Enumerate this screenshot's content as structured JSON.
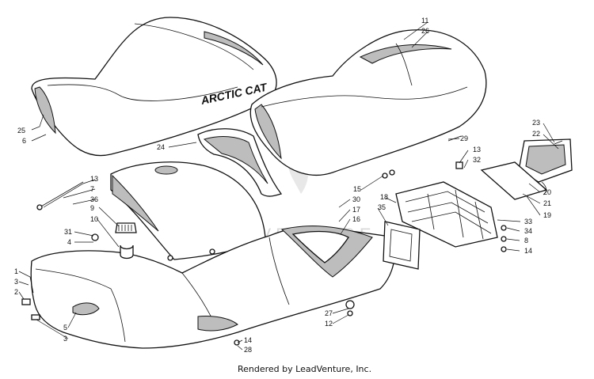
{
  "brand_text": "ARCTIC CAT",
  "watermark": "LEADVENTURE",
  "credit": "Rendered by LeadVenture, Inc.",
  "callouts": [
    {
      "id": "c25",
      "text": "25"
    },
    {
      "id": "c6",
      "text": "6"
    },
    {
      "id": "c24",
      "text": "24"
    },
    {
      "id": "c11",
      "text": "11"
    },
    {
      "id": "c26",
      "text": "26"
    },
    {
      "id": "c29",
      "text": "29"
    },
    {
      "id": "c23",
      "text": "23"
    },
    {
      "id": "c22",
      "text": "22"
    },
    {
      "id": "c13a",
      "text": "13"
    },
    {
      "id": "c7",
      "text": "7"
    },
    {
      "id": "c36",
      "text": "36"
    },
    {
      "id": "c9",
      "text": "9"
    },
    {
      "id": "c10",
      "text": "10"
    },
    {
      "id": "c31",
      "text": "31"
    },
    {
      "id": "c4",
      "text": "4"
    },
    {
      "id": "c1",
      "text": "1"
    },
    {
      "id": "c3a",
      "text": "3"
    },
    {
      "id": "c2",
      "text": "2"
    },
    {
      "id": "c5",
      "text": "5"
    },
    {
      "id": "c3b",
      "text": "3"
    },
    {
      "id": "c14a",
      "text": "14"
    },
    {
      "id": "c28",
      "text": "28"
    },
    {
      "id": "c15",
      "text": "15"
    },
    {
      "id": "c18",
      "text": "18"
    },
    {
      "id": "c35",
      "text": "35"
    },
    {
      "id": "c30",
      "text": "30"
    },
    {
      "id": "c17",
      "text": "17"
    },
    {
      "id": "c16",
      "text": "16"
    },
    {
      "id": "c27",
      "text": "27"
    },
    {
      "id": "c12",
      "text": "12"
    },
    {
      "id": "c13b",
      "text": "13"
    },
    {
      "id": "c32",
      "text": "32"
    },
    {
      "id": "c20",
      "text": "20"
    },
    {
      "id": "c21",
      "text": "21"
    },
    {
      "id": "c19",
      "text": "19"
    },
    {
      "id": "c33",
      "text": "33"
    },
    {
      "id": "c34",
      "text": "34"
    },
    {
      "id": "c8",
      "text": "8"
    },
    {
      "id": "c14b",
      "text": "14"
    }
  ]
}
